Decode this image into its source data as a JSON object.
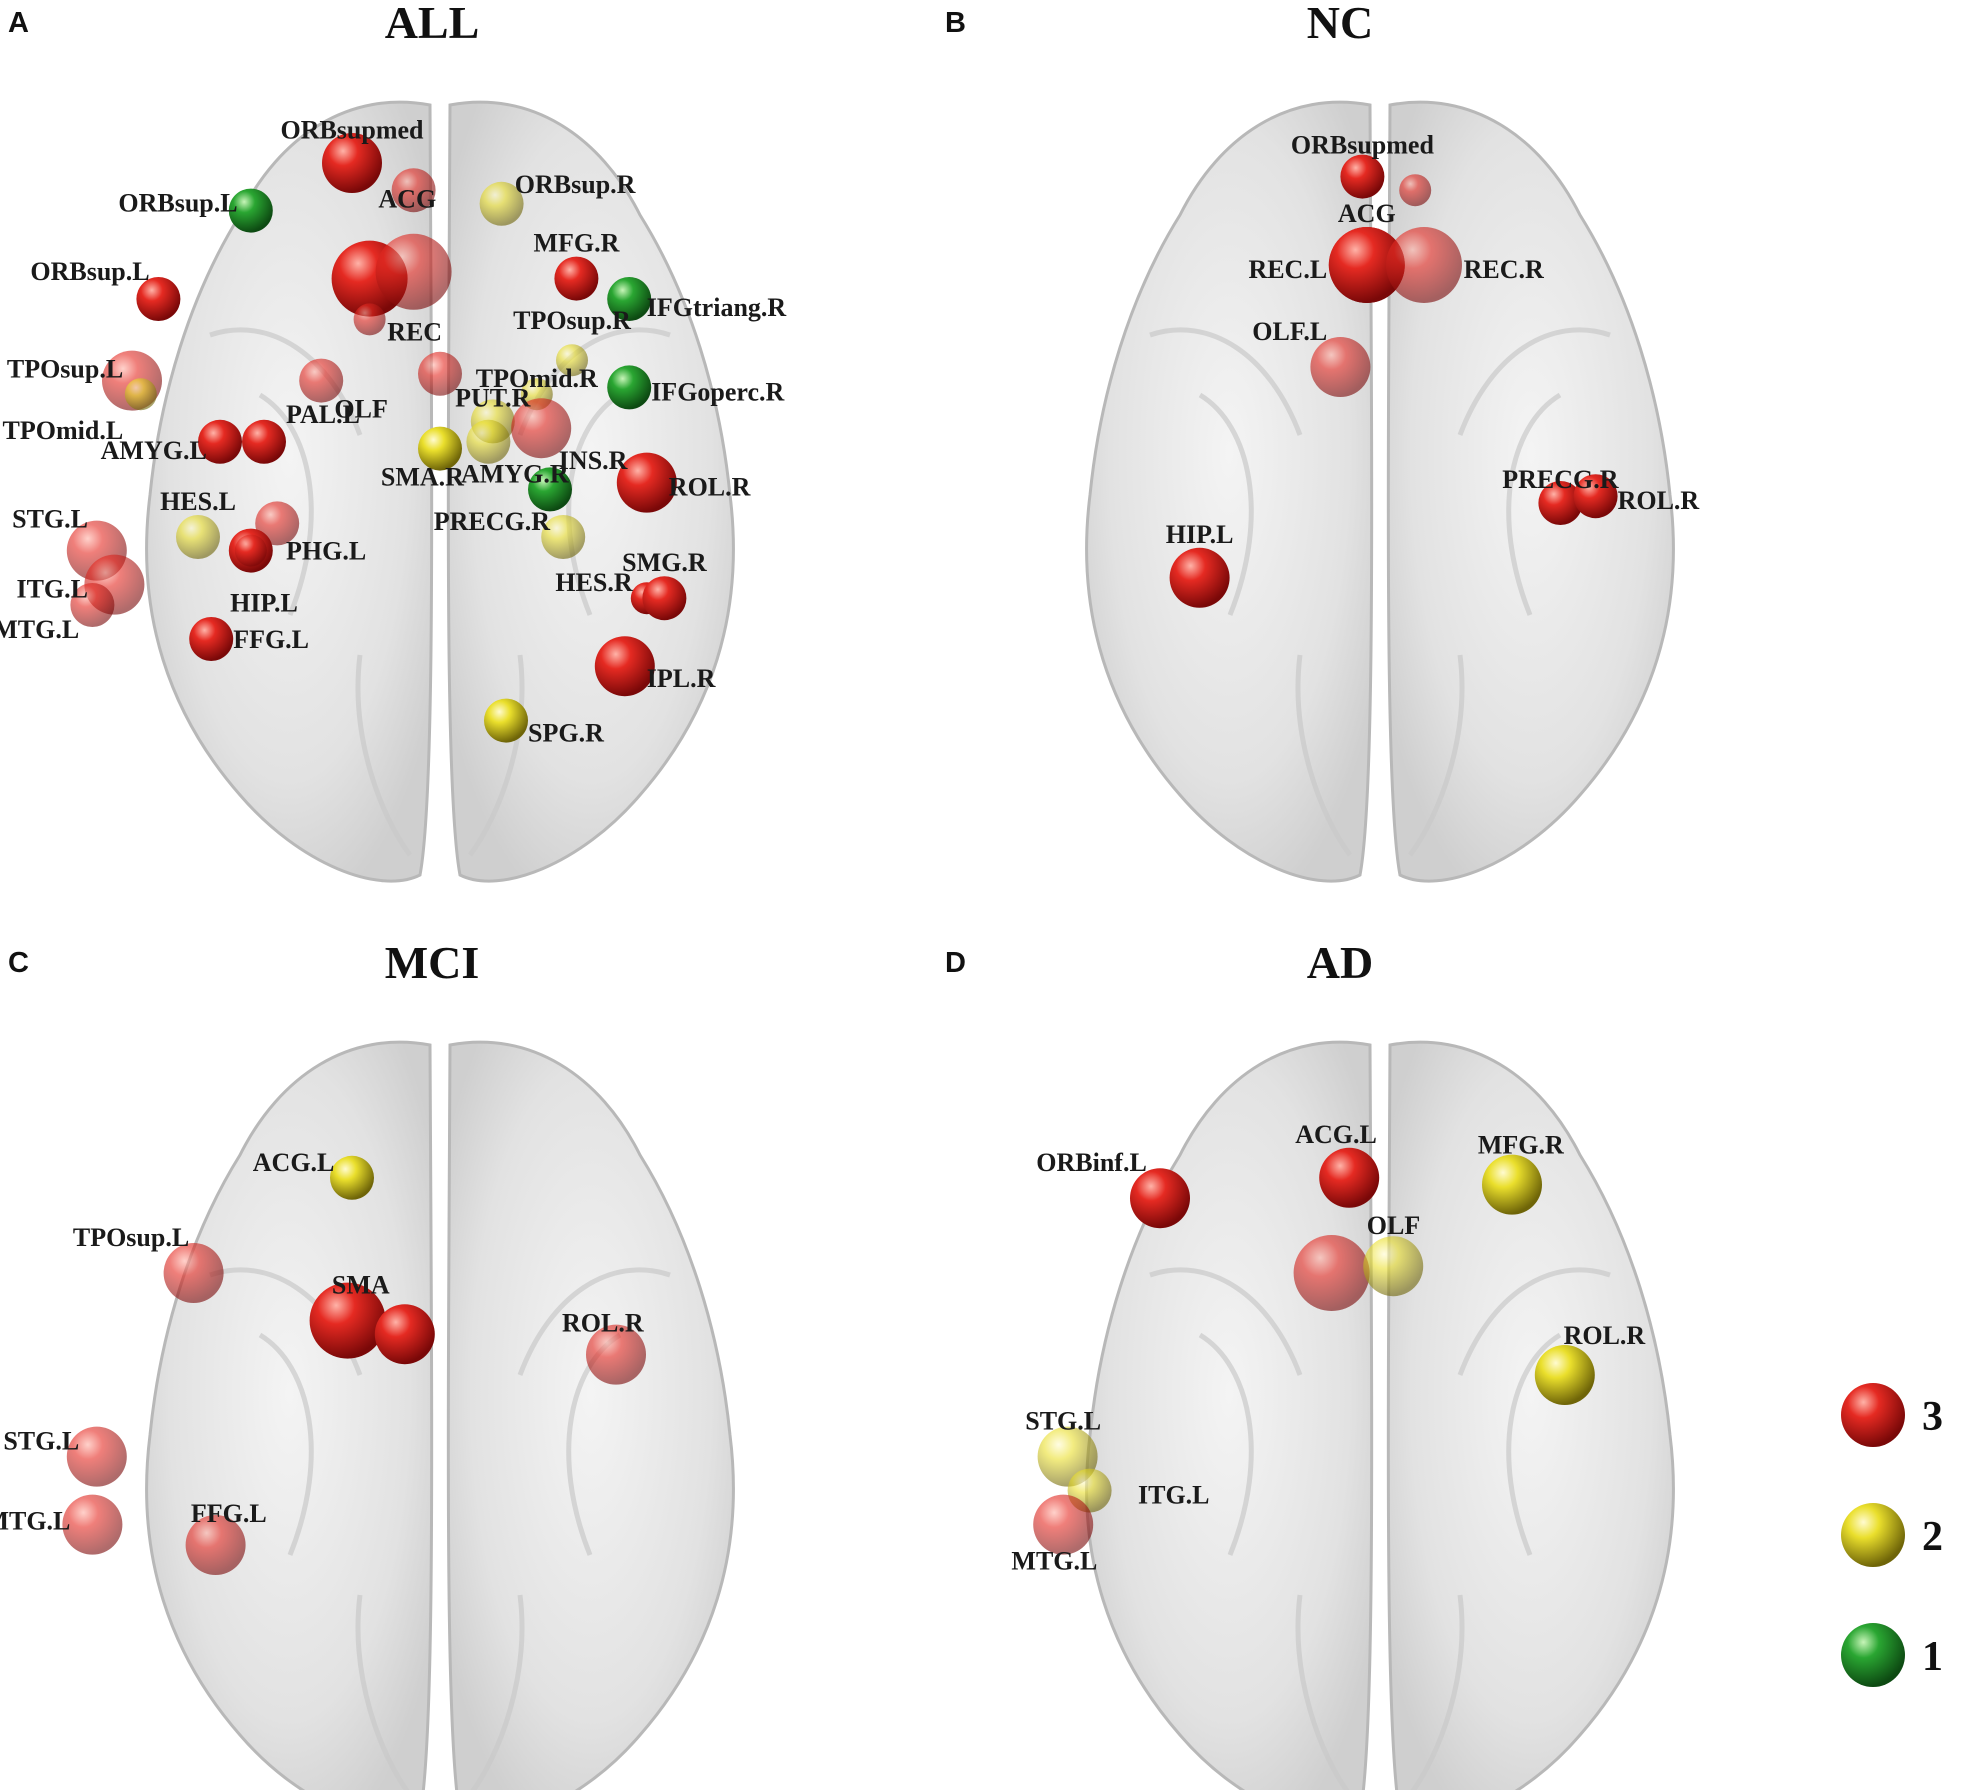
{
  "colors": {
    "level_3": "#d81e1e",
    "level_2": "#e3d62a",
    "level_1": "#1f9b2a",
    "brain": "#dcdcdc"
  },
  "legend": [
    {
      "label": "3",
      "level": 3
    },
    {
      "label": "2",
      "level": 2
    },
    {
      "label": "1",
      "level": 1
    }
  ],
  "panels": [
    {
      "letter": "A",
      "title": "ALL",
      "nodes": [
        {
          "label": "ORBsupmed",
          "level": 3,
          "u": 0.3,
          "v": 0.1,
          "size": "m",
          "lx": 0.0,
          "ly": -0.042,
          "anchor": "middle",
          "faded": false
        },
        {
          "label": "",
          "level": 3,
          "u": 0.44,
          "v": 0.14,
          "size": "s",
          "lx": 0,
          "ly": 0,
          "anchor": "middle",
          "faded": true
        },
        {
          "label": "ORBsup.R",
          "level": 2,
          "u": 0.64,
          "v": 0.16,
          "size": "s",
          "lx": 0.03,
          "ly": -0.025,
          "anchor": "start",
          "faded": true
        },
        {
          "label": "ORBsup.L",
          "level": 1,
          "u": 0.07,
          "v": 0.17,
          "size": "s",
          "lx": -0.03,
          "ly": -0.01,
          "anchor": "end",
          "faded": false
        },
        {
          "label": "ACG",
          "level": 3,
          "u": 0.34,
          "v": 0.27,
          "size": "l",
          "lx": 0.02,
          "ly": -0.1,
          "anchor": "start",
          "faded": false
        },
        {
          "label": "",
          "level": 3,
          "u": 0.44,
          "v": 0.26,
          "size": "l",
          "lx": 0,
          "ly": 0,
          "anchor": "middle",
          "faded": true
        },
        {
          "label": "REC",
          "level": 3,
          "u": 0.34,
          "v": 0.33,
          "size": "xs",
          "lx": 0.04,
          "ly": 0.015,
          "anchor": "start",
          "faded": true
        },
        {
          "label": "MFG.R",
          "level": 3,
          "u": 0.81,
          "v": 0.27,
          "size": "s",
          "lx": 0.0,
          "ly": -0.045,
          "anchor": "middle",
          "faded": false
        },
        {
          "label": "IFGtriang.R",
          "level": 1,
          "u": 0.93,
          "v": 0.3,
          "size": "s",
          "lx": 0.04,
          "ly": 0.01,
          "anchor": "start",
          "faded": false
        },
        {
          "label": "ORBsup.L",
          "level": 3,
          "u": -0.14,
          "v": 0.3,
          "size": "s",
          "lx": -0.02,
          "ly": -0.035,
          "anchor": "end",
          "faded": false
        },
        {
          "label": "TPOsup.R",
          "level": 2,
          "u": 0.8,
          "v": 0.39,
          "size": "xs",
          "lx": 0.0,
          "ly": -0.05,
          "anchor": "middle",
          "faded": true
        },
        {
          "label": "TPOmid.R",
          "level": 2,
          "u": 0.72,
          "v": 0.44,
          "size": "xs",
          "lx": 0.0,
          "ly": -0.02,
          "anchor": "middle",
          "faded": true
        },
        {
          "label": "IFGoperc.R",
          "level": 1,
          "u": 0.93,
          "v": 0.43,
          "size": "s",
          "lx": 0.05,
          "ly": 0.005,
          "anchor": "start",
          "faded": false
        },
        {
          "label": "TPOsup.L",
          "level": 3,
          "u": -0.2,
          "v": 0.42,
          "size": "m",
          "lx": -0.02,
          "ly": -0.015,
          "anchor": "end",
          "faded": true
        },
        {
          "label": "TPOmid.L",
          "level": 2,
          "u": -0.18,
          "v": 0.44,
          "size": "xs",
          "lx": -0.04,
          "ly": 0.045,
          "anchor": "end",
          "faded": true
        },
        {
          "label": "OLF",
          "level": 3,
          "u": 0.23,
          "v": 0.42,
          "size": "s",
          "lx": 0.03,
          "ly": 0.035,
          "anchor": "start",
          "faded": true
        },
        {
          "label": "",
          "level": 3,
          "u": 0.5,
          "v": 0.41,
          "size": "s",
          "lx": 0,
          "ly": 0,
          "anchor": "middle",
          "faded": true
        },
        {
          "label": "PUT.R",
          "level": 2,
          "u": 0.62,
          "v": 0.48,
          "size": "s",
          "lx": 0.0,
          "ly": -0.03,
          "anchor": "middle",
          "faded": true
        },
        {
          "label": "",
          "level": 2,
          "u": 0.61,
          "v": 0.51,
          "size": "s",
          "lx": 0,
          "ly": 0,
          "anchor": "middle",
          "faded": true
        },
        {
          "label": "INS.R",
          "level": 3,
          "u": 0.73,
          "v": 0.49,
          "size": "m",
          "lx": 0.04,
          "ly": 0.04,
          "anchor": "start",
          "faded": true
        },
        {
          "label": "PAL.L",
          "level": 3,
          "u": 0.1,
          "v": 0.51,
          "size": "s",
          "lx": 0.05,
          "ly": -0.035,
          "anchor": "start",
          "faded": false
        },
        {
          "label": "AMYG.L",
          "level": 3,
          "u": 0.0,
          "v": 0.51,
          "size": "s",
          "lx": -0.03,
          "ly": 0.01,
          "anchor": "end",
          "faded": false
        },
        {
          "label": "SMA.R",
          "level": 2,
          "u": 0.5,
          "v": 0.52,
          "size": "s",
          "lx": -0.04,
          "ly": 0.035,
          "anchor": "middle",
          "faded": false
        },
        {
          "label": "AMYG.R",
          "level": 1,
          "u": 0.75,
          "v": 0.58,
          "size": "s",
          "lx": -0.08,
          "ly": -0.02,
          "anchor": "middle",
          "faded": false
        },
        {
          "label": "ROL.R",
          "level": 3,
          "u": 0.97,
          "v": 0.57,
          "size": "m",
          "lx": 0.05,
          "ly": 0.005,
          "anchor": "start",
          "faded": false
        },
        {
          "label": "PRECG.R",
          "level": 2,
          "u": 0.78,
          "v": 0.65,
          "size": "s",
          "lx": -0.03,
          "ly": -0.02,
          "anchor": "end",
          "faded": true
        },
        {
          "label": "HES.L",
          "level": 2,
          "u": -0.05,
          "v": 0.65,
          "size": "s",
          "lx": 0.0,
          "ly": -0.045,
          "anchor": "middle",
          "faded": true
        },
        {
          "label": "STG.L",
          "level": 3,
          "u": -0.28,
          "v": 0.67,
          "size": "m",
          "lx": -0.02,
          "ly": -0.04,
          "anchor": "end",
          "faded": true
        },
        {
          "label": "",
          "level": 3,
          "u": 0.13,
          "v": 0.63,
          "size": "s",
          "lx": 0,
          "ly": 0,
          "anchor": "middle",
          "faded": true
        },
        {
          "label": "PHG.L",
          "level": 3,
          "u": 0.07,
          "v": 0.67,
          "size": "s",
          "lx": 0.08,
          "ly": 0.0,
          "anchor": "start",
          "faded": false
        },
        {
          "label": "HES.R",
          "level": 3,
          "u": 0.97,
          "v": 0.74,
          "size": "xs",
          "lx": -0.12,
          "ly": -0.02,
          "anchor": "middle",
          "faded": false
        },
        {
          "label": "SMG.R",
          "level": 3,
          "u": 1.01,
          "v": 0.74,
          "size": "s",
          "lx": 0.0,
          "ly": -0.045,
          "anchor": "middle",
          "faded": false
        },
        {
          "label": "ITG.L",
          "level": 3,
          "u": -0.24,
          "v": 0.72,
          "size": "m",
          "lx": -0.06,
          "ly": 0.005,
          "anchor": "end",
          "faded": true
        },
        {
          "label": "HIP.L",
          "level": 3,
          "u": 0.07,
          "v": 0.67,
          "size": "xs",
          "lx": 0.03,
          "ly": 0.065,
          "anchor": "middle",
          "faded": true
        },
        {
          "label": "MTG.L",
          "level": 3,
          "u": -0.29,
          "v": 0.75,
          "size": "s",
          "lx": -0.03,
          "ly": 0.03,
          "anchor": "end",
          "faded": true
        },
        {
          "label": "FFG.L",
          "level": 3,
          "u": -0.02,
          "v": 0.8,
          "size": "s",
          "lx": 0.05,
          "ly": 0.0,
          "anchor": "start",
          "faded": false
        },
        {
          "label": "IPL.R",
          "level": 3,
          "u": 0.92,
          "v": 0.84,
          "size": "m",
          "lx": 0.05,
          "ly": 0.015,
          "anchor": "start",
          "faded": false
        },
        {
          "label": "SPG.R",
          "level": 2,
          "u": 0.65,
          "v": 0.92,
          "size": "s",
          "lx": 0.05,
          "ly": 0.015,
          "anchor": "start",
          "faded": false
        }
      ]
    },
    {
      "letter": "B",
      "title": "NC",
      "nodes": [
        {
          "label": "ORBsupmed",
          "level": 3,
          "u": 0.46,
          "v": 0.12,
          "size": "s",
          "lx": 0.0,
          "ly": -0.04,
          "anchor": "middle",
          "faded": false
        },
        {
          "label": "",
          "level": 3,
          "u": 0.58,
          "v": 0.14,
          "size": "xs",
          "lx": 0,
          "ly": 0,
          "anchor": "middle",
          "faded": true
        },
        {
          "label": "ACG",
          "level": 3,
          "u": 0.47,
          "v": 0.25,
          "size": "l",
          "lx": 0.0,
          "ly": -0.065,
          "anchor": "middle",
          "faded": false
        },
        {
          "label": "REC.L",
          "level": 3,
          "u": 0.47,
          "v": 0.25,
          "size": "l",
          "lx": -0.09,
          "ly": 0.005,
          "anchor": "end",
          "faded": false
        },
        {
          "label": "REC.R",
          "level": 3,
          "u": 0.6,
          "v": 0.25,
          "size": "l",
          "lx": 0.09,
          "ly": 0.005,
          "anchor": "start",
          "faded": true
        },
        {
          "label": "OLF.L",
          "level": 3,
          "u": 0.41,
          "v": 0.4,
          "size": "m",
          "lx": -0.03,
          "ly": -0.045,
          "anchor": "end",
          "faded": true
        },
        {
          "label": "PRECG.R",
          "level": 3,
          "u": 0.91,
          "v": 0.6,
          "size": "s",
          "lx": 0.0,
          "ly": -0.03,
          "anchor": "middle",
          "faded": false
        },
        {
          "label": "ROL.R",
          "level": 3,
          "u": 0.99,
          "v": 0.59,
          "size": "s",
          "lx": 0.05,
          "ly": 0.005,
          "anchor": "start",
          "faded": false
        },
        {
          "label": "HIP.L",
          "level": 3,
          "u": 0.09,
          "v": 0.71,
          "size": "m",
          "lx": 0.0,
          "ly": -0.055,
          "anchor": "middle",
          "faded": false
        }
      ]
    },
    {
      "letter": "C",
      "title": "MCI",
      "nodes": [
        {
          "label": "ACG.L",
          "level": 2,
          "u": 0.3,
          "v": 0.21,
          "size": "s",
          "lx": -0.04,
          "ly": -0.02,
          "anchor": "end",
          "faded": false
        },
        {
          "label": "TPOsup.L",
          "level": 3,
          "u": -0.06,
          "v": 0.35,
          "size": "m",
          "lx": -0.01,
          "ly": -0.045,
          "anchor": "end",
          "faded": true
        },
        {
          "label": "SMA",
          "level": 3,
          "u": 0.29,
          "v": 0.42,
          "size": "l",
          "lx": 0.03,
          "ly": -0.045,
          "anchor": "middle",
          "faded": false
        },
        {
          "label": "",
          "level": 3,
          "u": 0.42,
          "v": 0.44,
          "size": "m",
          "lx": 0,
          "ly": 0,
          "anchor": "middle",
          "faded": false
        },
        {
          "label": "ROL.R",
          "level": 3,
          "u": 0.9,
          "v": 0.47,
          "size": "m",
          "lx": -0.03,
          "ly": -0.04,
          "anchor": "middle",
          "faded": true
        },
        {
          "label": "STG.L",
          "level": 3,
          "u": -0.28,
          "v": 0.62,
          "size": "m",
          "lx": -0.04,
          "ly": -0.02,
          "anchor": "end",
          "faded": true
        },
        {
          "label": "MTG.L",
          "level": 3,
          "u": -0.29,
          "v": 0.72,
          "size": "m",
          "lx": -0.05,
          "ly": -0.005,
          "anchor": "end",
          "faded": true
        },
        {
          "label": "FFG.L",
          "level": 3,
          "u": -0.01,
          "v": 0.75,
          "size": "m",
          "lx": 0.03,
          "ly": -0.04,
          "anchor": "middle",
          "faded": true
        }
      ]
    },
    {
      "letter": "D",
      "title": "AD",
      "nodes": [
        {
          "label": "ORBinf.L",
          "level": 3,
          "u": 0.0,
          "v": 0.24,
          "size": "m",
          "lx": -0.03,
          "ly": -0.045,
          "anchor": "end",
          "faded": false
        },
        {
          "label": "ACG.L",
          "level": 3,
          "u": 0.43,
          "v": 0.21,
          "size": "m",
          "lx": -0.03,
          "ly": -0.055,
          "anchor": "middle",
          "faded": false
        },
        {
          "label": "MFG.R",
          "level": 2,
          "u": 0.8,
          "v": 0.22,
          "size": "m",
          "lx": 0.02,
          "ly": -0.05,
          "anchor": "middle",
          "faded": false
        },
        {
          "label": "OLF",
          "level": 3,
          "u": 0.39,
          "v": 0.35,
          "size": "l",
          "lx": 0.08,
          "ly": -0.06,
          "anchor": "start",
          "faded": true
        },
        {
          "label": "",
          "level": 2,
          "u": 0.53,
          "v": 0.34,
          "size": "m",
          "lx": 0,
          "ly": 0,
          "anchor": "middle",
          "faded": true
        },
        {
          "label": "ROL.R",
          "level": 2,
          "u": 0.92,
          "v": 0.5,
          "size": "m",
          "lx": 0.09,
          "ly": -0.05,
          "anchor": "middle",
          "faded": false
        },
        {
          "label": "STG.L",
          "level": 2,
          "u": -0.21,
          "v": 0.62,
          "size": "m",
          "lx": -0.01,
          "ly": -0.045,
          "anchor": "middle",
          "faded": true
        },
        {
          "label": "ITG.L",
          "level": 2,
          "u": -0.16,
          "v": 0.67,
          "size": "s",
          "lx": 0.11,
          "ly": 0.005,
          "anchor": "start",
          "faded": true
        },
        {
          "label": "MTG.L",
          "level": 3,
          "u": -0.22,
          "v": 0.72,
          "size": "m",
          "lx": -0.02,
          "ly": 0.045,
          "anchor": "middle",
          "faded": true
        }
      ]
    }
  ]
}
